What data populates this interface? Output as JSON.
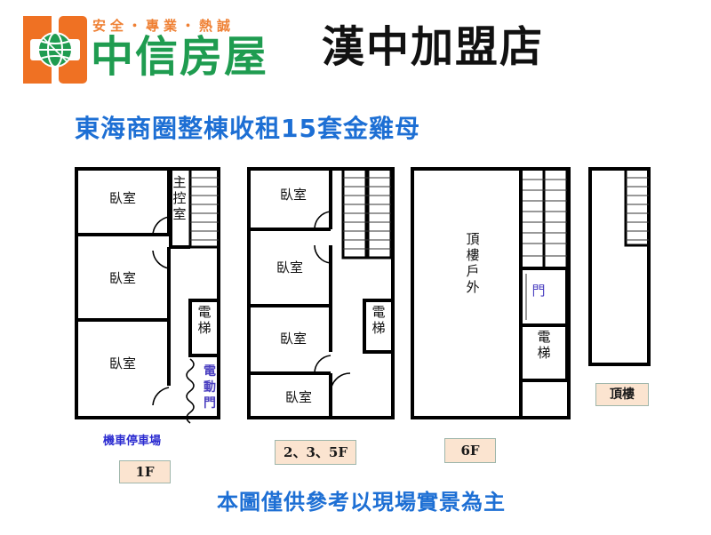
{
  "header": {
    "logo_icon": "globe-logo-icon",
    "tagline": "安全・專業・熱誠",
    "brand": "中信房屋",
    "store_name": "漢中加盟店",
    "brand_color": "#1f9c50",
    "tagline_color": "#ef8034",
    "logo_orange": "#ef7123"
  },
  "title": {
    "text": "東海商圈整棟收租15套金雞母",
    "color": "#1d6fd4"
  },
  "floorplans": [
    {
      "id": "plan-1f",
      "tag": "1F",
      "rooms": [
        "臥室",
        "臥室",
        "臥室",
        "主控室",
        "電梯"
      ],
      "notes": [
        "電動門",
        "機車停車場"
      ]
    },
    {
      "id": "plan-235f",
      "tag": "2、3、5F",
      "rooms": [
        "臥室",
        "臥室",
        "臥室",
        "臥室",
        "電梯"
      ],
      "notes": []
    },
    {
      "id": "plan-6f",
      "tag": "6F",
      "rooms": [
        "頂樓戶外",
        "門",
        "電梯"
      ],
      "notes": []
    },
    {
      "id": "plan-rooftop",
      "tag": "頂樓",
      "rooms": [],
      "notes": []
    }
  ],
  "labels": {
    "room_bedroom": "臥室",
    "room_control": "主控室",
    "room_elevator": "電梯",
    "room_rooftop_outdoor": "頂樓戶外",
    "room_door": "門",
    "note_power_door": "電動門",
    "note_moto_parking": "機車停車場",
    "tag_1f": "1F",
    "tag_235f": "2、3、5F",
    "tag_6f": "6F",
    "tag_rooftop": "頂樓"
  },
  "disclaimer": {
    "text": "本圖僅供參考以現場實景為主",
    "color": "#1d6fd4"
  },
  "colors": {
    "wall": "#000000",
    "blue_text": "#2b2bd0",
    "tag_bg": "#fbe4d0",
    "tag_border": "#9fb6ab"
  }
}
